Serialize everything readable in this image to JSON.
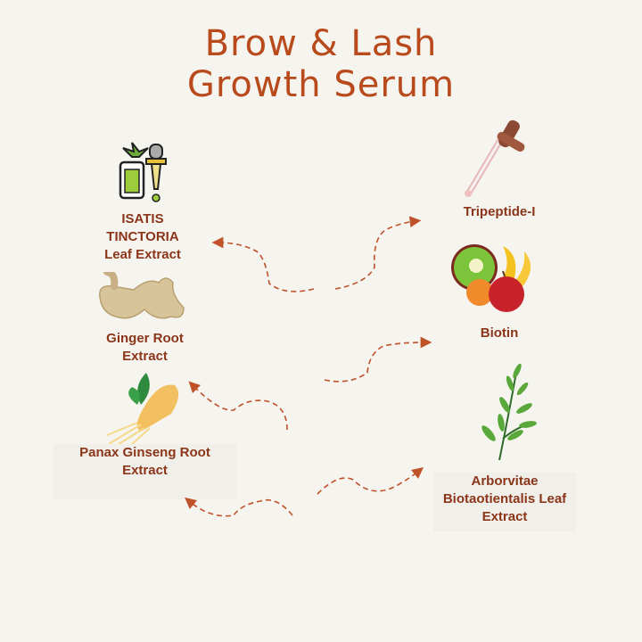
{
  "title": {
    "line1": "Brow & Lash",
    "line2": "Growth Serum"
  },
  "left_ingredients": [
    {
      "lines": [
        "ISATIS",
        "TINCTORIA",
        "Leaf Extract"
      ],
      "icon": "jar-and-dropper-icon"
    },
    {
      "lines": [
        "Ginger Root",
        "Extract"
      ],
      "icon": "ginger-icon"
    },
    {
      "lines": [
        "Panax Ginseng Root",
        "Extract"
      ],
      "icon": "ginseng-icon"
    }
  ],
  "right_ingredients": [
    {
      "lines": [
        "Tripeptide-I"
      ],
      "icon": "dropper-icon"
    },
    {
      "lines": [
        "Biotin"
      ],
      "icon": "fruits-icon"
    },
    {
      "lines": [
        "Arborvitae",
        "Biotaotientalis Leaf",
        "Extract"
      ],
      "icon": "leaf-branch-icon"
    }
  ],
  "colors": {
    "title": "#b84a1c",
    "label": "#8b3519",
    "arrow": "#c0522a",
    "background": "#f5f4ef"
  }
}
